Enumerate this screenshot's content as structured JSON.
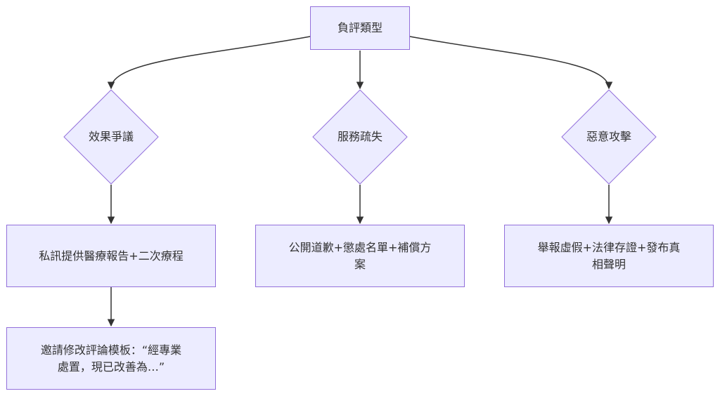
{
  "diagram": {
    "root": "負評類型",
    "categories": [
      {
        "label": "效果爭議",
        "action": "私訊提供醫療報告+二次療程",
        "followup": "邀請修改評論模板：“經專業處置，現已改善為…”"
      },
      {
        "label": "服務疏失",
        "action": "公開道歉+懲處名單+補償方案"
      },
      {
        "label": "惡意攻擊",
        "action": "舉報虛假+法律存證+發布真相聲明"
      }
    ]
  },
  "colors": {
    "node_fill": "#ECECFF",
    "node_border": "#9370DB",
    "edge": "#333333",
    "text": "#333333"
  }
}
